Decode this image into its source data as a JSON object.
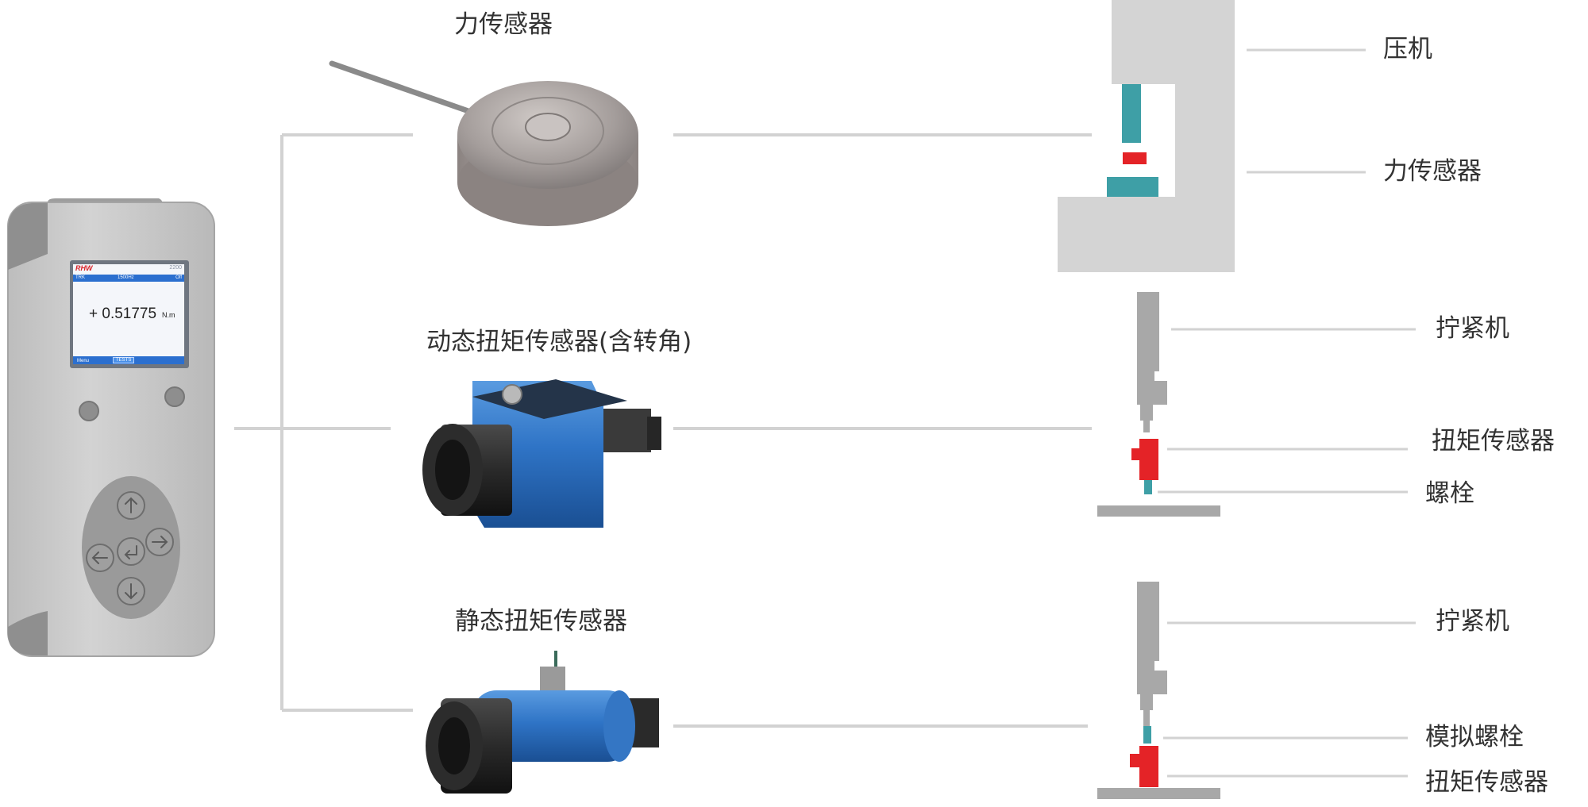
{
  "device": {
    "brand": "RHW",
    "model": "2200",
    "status_bar": [
      "TRK",
      "1500Hz",
      "Off"
    ],
    "reading_value": "+ 0.51775",
    "reading_unit": "N.m",
    "soft_keys": [
      "Menu",
      "TESTS"
    ]
  },
  "sensors": [
    {
      "title": "力传感器"
    },
    {
      "title": "动态扭矩传感器(含转角)"
    },
    {
      "title": "静态扭矩传感器"
    }
  ],
  "applications": {
    "press": {
      "machine_label": "压机",
      "sensor_label": "力传感器"
    },
    "dynamic": {
      "machine_label": "拧紧机",
      "sensor_label": "扭矩传感器",
      "bolt_label": "螺栓"
    },
    "static": {
      "machine_label": "拧紧机",
      "bolt_label": "模拟螺栓",
      "sensor_label": "扭矩传感器"
    }
  },
  "colors": {
    "connector_line": "#d2d2d2",
    "machine_gray": "#d4d4d4",
    "tool_gray": "#a8a8a8",
    "teal": "#3e9fa6",
    "red": "#e42327",
    "blue_sensor": "#2f74c6",
    "device_body": "#c8c8c8",
    "screen_bar": "#2b6fcf"
  }
}
